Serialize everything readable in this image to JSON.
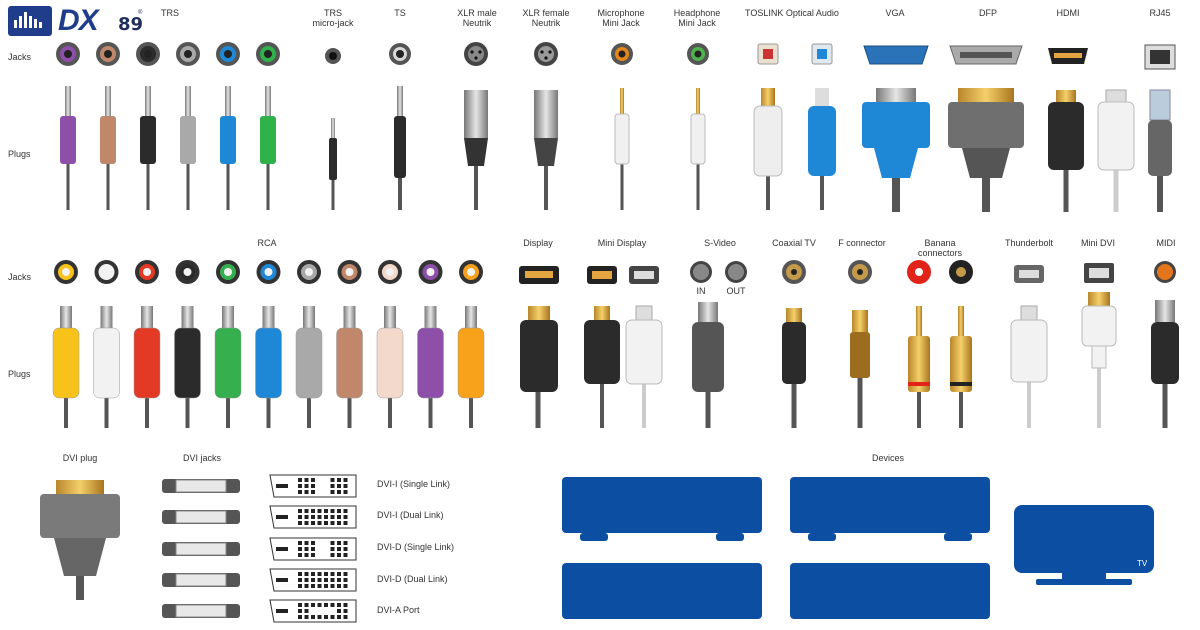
{
  "logo": {
    "text": "DX",
    "sub": "89",
    "reg": "®"
  },
  "rows": {
    "jacks": "Jacks",
    "plugs": "Plugs"
  },
  "top_labels": [
    {
      "key": "trs",
      "text": "TRS"
    },
    {
      "key": "trs_micro",
      "text": "TRS\nmicro-jack"
    },
    {
      "key": "ts",
      "text": "TS"
    },
    {
      "key": "xlr_male",
      "text": "XLR male\nNeutrik"
    },
    {
      "key": "xlr_female",
      "text": "XLR female\nNeutrik"
    },
    {
      "key": "mic",
      "text": "Microphone\nMini Jack"
    },
    {
      "key": "head",
      "text": "Headphone\nMini Jack"
    },
    {
      "key": "toslink",
      "text": "TOSLINK Optical Audio"
    },
    {
      "key": "vga",
      "text": "VGA"
    },
    {
      "key": "dfp",
      "text": "DFP"
    },
    {
      "key": "hdmi",
      "text": "HDMI"
    },
    {
      "key": "rj45",
      "text": "RJ45"
    }
  ],
  "mid_labels": [
    {
      "key": "rca",
      "text": "RCA"
    },
    {
      "key": "display",
      "text": "Display"
    },
    {
      "key": "minidisplay",
      "text": "Mini Display"
    },
    {
      "key": "svideo",
      "text": "S-Video"
    },
    {
      "key": "coax",
      "text": "Coaxial TV"
    },
    {
      "key": "fconn",
      "text": "F connector"
    },
    {
      "key": "banana",
      "text": "Banana\nconnectors"
    },
    {
      "key": "thunder",
      "text": "Thunderbolt"
    },
    {
      "key": "minidvi",
      "text": "Mini DVI"
    },
    {
      "key": "midi",
      "text": "MIDI"
    }
  ],
  "svideo_in": "IN",
  "svideo_out": "OUT",
  "bottom_labels": {
    "dvi_plug": "DVI plug",
    "dvi_jacks": "DVI jacks",
    "devices": "Devices",
    "tv": "TV"
  },
  "dvi_types": [
    "DVI-I (Single Link)",
    "DVI-I (Dual Link)",
    "DVI-D (Single Link)",
    "DVI-D (Dual Link)",
    "DVI-A Port"
  ],
  "colors": {
    "trs": [
      "#8d4fa8",
      "#c0876a",
      "#2b2b2b",
      "#a9a9a9",
      "#1e88d6",
      "#2fb24a"
    ],
    "rca": [
      "#f7c21a",
      "#f2f2f2",
      "#e23a25",
      "#2b2b2b",
      "#36b04e",
      "#1e88d6",
      "#a9a9a9",
      "#c0876a",
      "#f2d9cc",
      "#8d4fa8",
      "#f7a21a"
    ],
    "device_blue": "#0b4ea2"
  }
}
